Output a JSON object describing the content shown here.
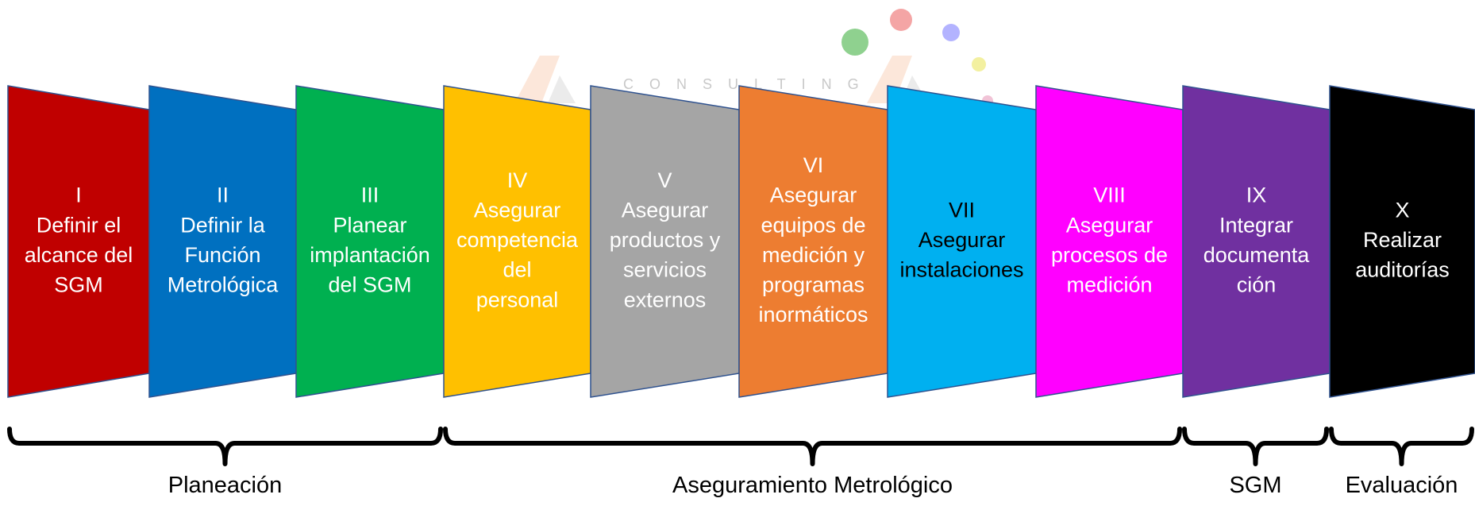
{
  "watermark": {
    "text": "CONSULTING",
    "dot_colors": [
      "#8fd18f",
      "#f4a5a5",
      "#b3b3ff",
      "#f3f0a0",
      "#f1c3d6"
    ]
  },
  "steps": [
    {
      "lines": [
        "I",
        "Definir el",
        "alcance del",
        "SGM"
      ],
      "color": "#c00000",
      "text_color": "#ffffff"
    },
    {
      "lines": [
        "II",
        "Definir la",
        "Función",
        "Metrológica"
      ],
      "color": "#0070c0",
      "text_color": "#ffffff"
    },
    {
      "lines": [
        "III",
        "Planear",
        "implantación",
        "del SGM"
      ],
      "color": "#00b050",
      "text_color": "#ffffff"
    },
    {
      "lines": [
        "IV",
        "Asegurar",
        "competencia",
        "del",
        "personal"
      ],
      "color": "#ffc000",
      "text_color": "#ffffff"
    },
    {
      "lines": [
        "V",
        "Asegurar",
        "productos y",
        "servicios",
        "externos"
      ],
      "color": "#a5a5a5",
      "text_color": "#ffffff"
    },
    {
      "lines": [
        "VI",
        "Asegurar",
        "equipos de",
        "medición y",
        "programas",
        "inormáticos"
      ],
      "color": "#ed7d31",
      "text_color": "#ffffff"
    },
    {
      "lines": [
        "VII",
        "Asegurar",
        "instalaciones"
      ],
      "color": "#00b0f0",
      "text_color": "#000000"
    },
    {
      "lines": [
        "VIII",
        "Asegurar",
        "procesos de",
        "medición"
      ],
      "color": "#ff00ff",
      "text_color": "#ffffff"
    },
    {
      "lines": [
        "IX",
        "Integrar",
        "documenta",
        "ción"
      ],
      "color": "#7030a0",
      "text_color": "#ffffff"
    },
    {
      "lines": [
        "X",
        "Realizar",
        "auditorías"
      ],
      "color": "#000000",
      "text_color": "#ffffff"
    }
  ],
  "phases": [
    {
      "label": "Planeación",
      "from_step": 0,
      "to_step": 2
    },
    {
      "label": "Aseguramiento Metrológico",
      "from_step": 3,
      "to_step": 7
    },
    {
      "label": "SGM",
      "from_step": 8,
      "to_step": 8
    },
    {
      "label": "Evaluación",
      "from_step": 9,
      "to_step": 9
    }
  ]
}
